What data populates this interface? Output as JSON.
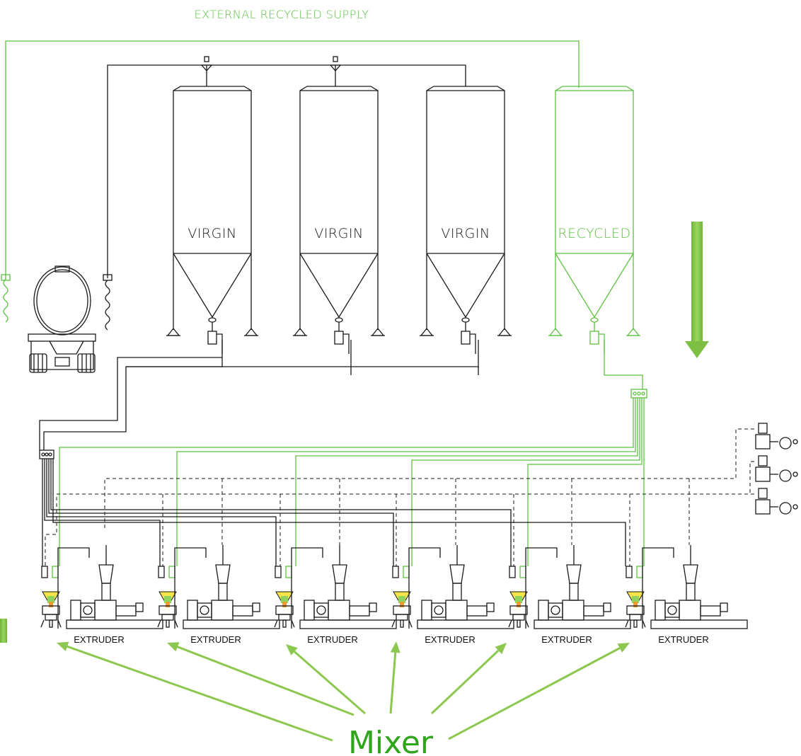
{
  "diagram": {
    "supply_label": "EXTERNAL RECYCLED SUPPLY",
    "silos": [
      {
        "label": "VIRGIN",
        "kind": "virgin"
      },
      {
        "label": "VIRGIN",
        "kind": "virgin"
      },
      {
        "label": "VIRGIN",
        "kind": "virgin"
      },
      {
        "label": "RECYCLED",
        "kind": "recycled"
      }
    ],
    "extruders": [
      {
        "label": "EXTRUDER"
      },
      {
        "label": "EXTRUDER"
      },
      {
        "label": "EXTRUDER"
      },
      {
        "label": "EXTRUDER"
      },
      {
        "label": "EXTRUDER"
      },
      {
        "label": "EXTRUDER"
      }
    ],
    "mixer_label": "Mixer",
    "colors": {
      "line": "#1a1a1a",
      "recycled_line": "#5cc13f",
      "arrow": "#8cc850",
      "mixer_text": "#2fa51c"
    }
  }
}
